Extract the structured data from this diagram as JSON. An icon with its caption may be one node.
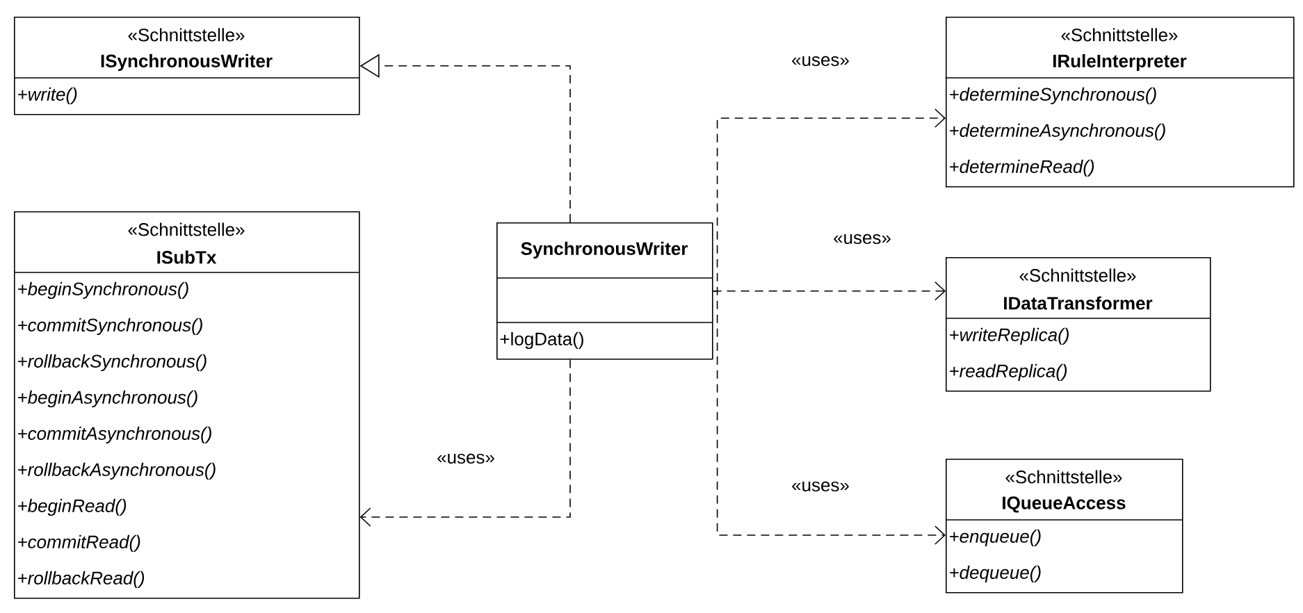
{
  "diagram": {
    "nodes": [
      {
        "text": [
          "«Schnittstelle»",
          "ISynchronousWriter",
          "+write()"
        ]
      },
      {
        "text": [
          "«Schnittstelle»",
          "ISubTx",
          "+beginSynchronous()",
          "+commitSynchronous()",
          "+rollbackSynchronous()",
          "+beginAsynchronous()",
          "+commitAsynchronous()",
          "+rollbackAsynchronous()",
          "+beginRead()",
          "+commitRead()",
          "+rollbackRead()"
        ]
      },
      {
        "text": [
          "SynchronousWriter",
          "+logData()"
        ]
      },
      {
        "text": [
          "«Schnittstelle»",
          "IRuleInterpreter",
          "+determineSynchronous()",
          "+determineAsynchronous()",
          "+determineRead()"
        ]
      },
      {
        "text": [
          "«Schnittstelle»",
          "IDataTransformer",
          "+writeReplica()",
          "+readReplica()"
        ]
      },
      {
        "text": [
          "«Schnittstelle»",
          "IQueueAccess",
          "+enqueue()",
          "+dequeue()"
        ]
      }
    ],
    "edges": [
      {
        "from": 2,
        "to": 0,
        "arrow": "to",
        "style": "dashed"
      },
      {
        "from": 2,
        "to": 3,
        "arrow": "to",
        "style": "dashed",
        "label": "«uses»"
      },
      {
        "from": 2,
        "to": 4,
        "arrow": "to",
        "style": "dashed",
        "label": "«uses»"
      },
      {
        "from": 2,
        "to": 1,
        "arrow": "to",
        "style": "dashed",
        "label": "«uses»"
      },
      {
        "from": 2,
        "to": 5,
        "arrow": "to",
        "style": "dashed",
        "label": "«uses»"
      }
    ]
  }
}
